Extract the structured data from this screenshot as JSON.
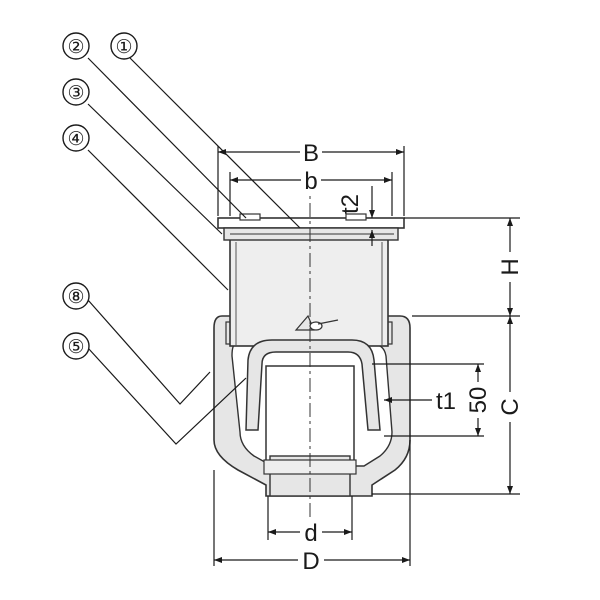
{
  "callouts": [
    "①",
    "②",
    "③",
    "④",
    "⑧",
    "⑤"
  ],
  "dimensions": {
    "B": "B",
    "b": "b",
    "t2": "t2",
    "H": "H",
    "t1": "t1",
    "fifty": "50",
    "C": "C",
    "d": "d",
    "D": "D"
  },
  "colors": {
    "line": "#1a1a1a",
    "body_fill": "#e6e6e6",
    "body_stroke": "#333333"
  }
}
